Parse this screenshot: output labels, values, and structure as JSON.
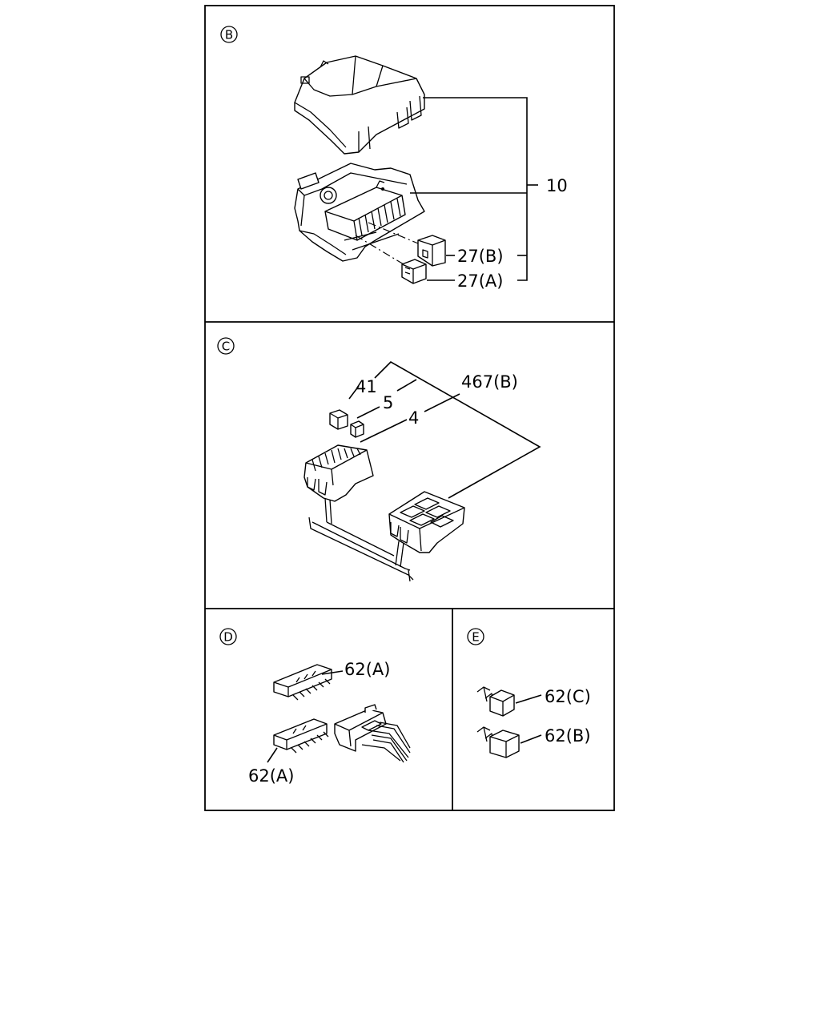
{
  "panels": {
    "b": {
      "marker": "B",
      "labels": {
        "part_10": "10",
        "part_27b": "27(B)",
        "part_27a": "27(A)"
      }
    },
    "c": {
      "marker": "C",
      "labels": {
        "part_41": "41",
        "part_5": "5",
        "part_4": "4",
        "part_467b": "467(B)"
      }
    },
    "d": {
      "marker": "D",
      "labels": {
        "part_62a_top": "62(A)",
        "part_62a_bottom": "62(A)"
      }
    },
    "e": {
      "marker": "E",
      "labels": {
        "part_62c": "62(C)",
        "part_62b": "62(B)"
      }
    }
  }
}
